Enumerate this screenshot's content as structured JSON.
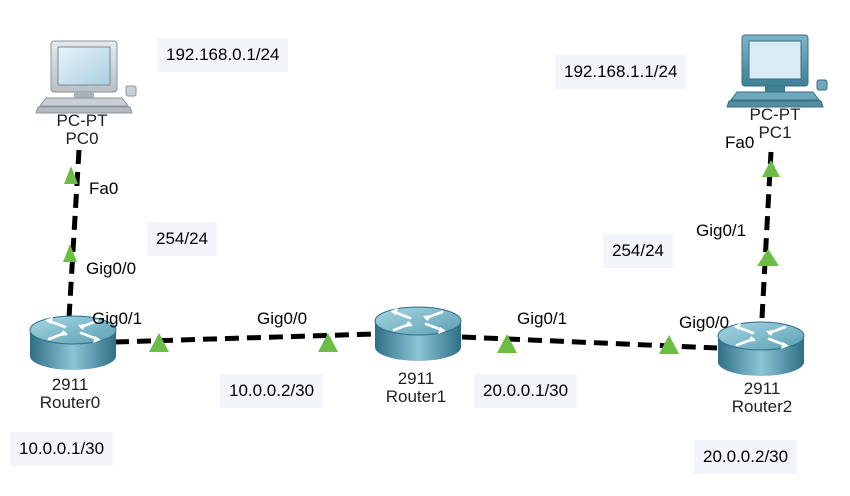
{
  "notes": {
    "pc0_ip": "192.168.0.1/24",
    "pc1_ip": "192.168.1.1/24",
    "r0_lan_ip": "254/24",
    "r2_lan_ip": "254/24",
    "r1_g0_ip": "10.0.0.2/30",
    "r1_g1_ip": "20.0.0.1/30",
    "r0_wan_ip": "10.0.0.1/30",
    "r2_wan_ip": "20.0.0.2/30"
  },
  "devices": {
    "pc0": {
      "model": "PC-PT",
      "name": "PC0"
    },
    "pc1": {
      "model": "PC-PT",
      "name": "PC1"
    },
    "router0": {
      "model": "2911",
      "name": "Router0"
    },
    "router1": {
      "model": "2911",
      "name": "Router1"
    },
    "router2": {
      "model": "2911",
      "name": "Router2"
    }
  },
  "ports": {
    "pc0_fa0": "Fa0",
    "r0_gig00": "Gig0/0",
    "r0_gig01": "Gig0/1",
    "r1_gig00": "Gig0/0",
    "r1_gig01": "Gig0/1",
    "r2_gig00": "Gig0/0",
    "r2_gig01": "Gig0/1",
    "pc1_fa0": "Fa0"
  },
  "colors": {
    "link": "#000000",
    "link_up_triangle": "#6bbd45",
    "note_bg": "#f4f5fb",
    "router_body": "#5fa3b8",
    "pc_body": "#d9dde0"
  }
}
